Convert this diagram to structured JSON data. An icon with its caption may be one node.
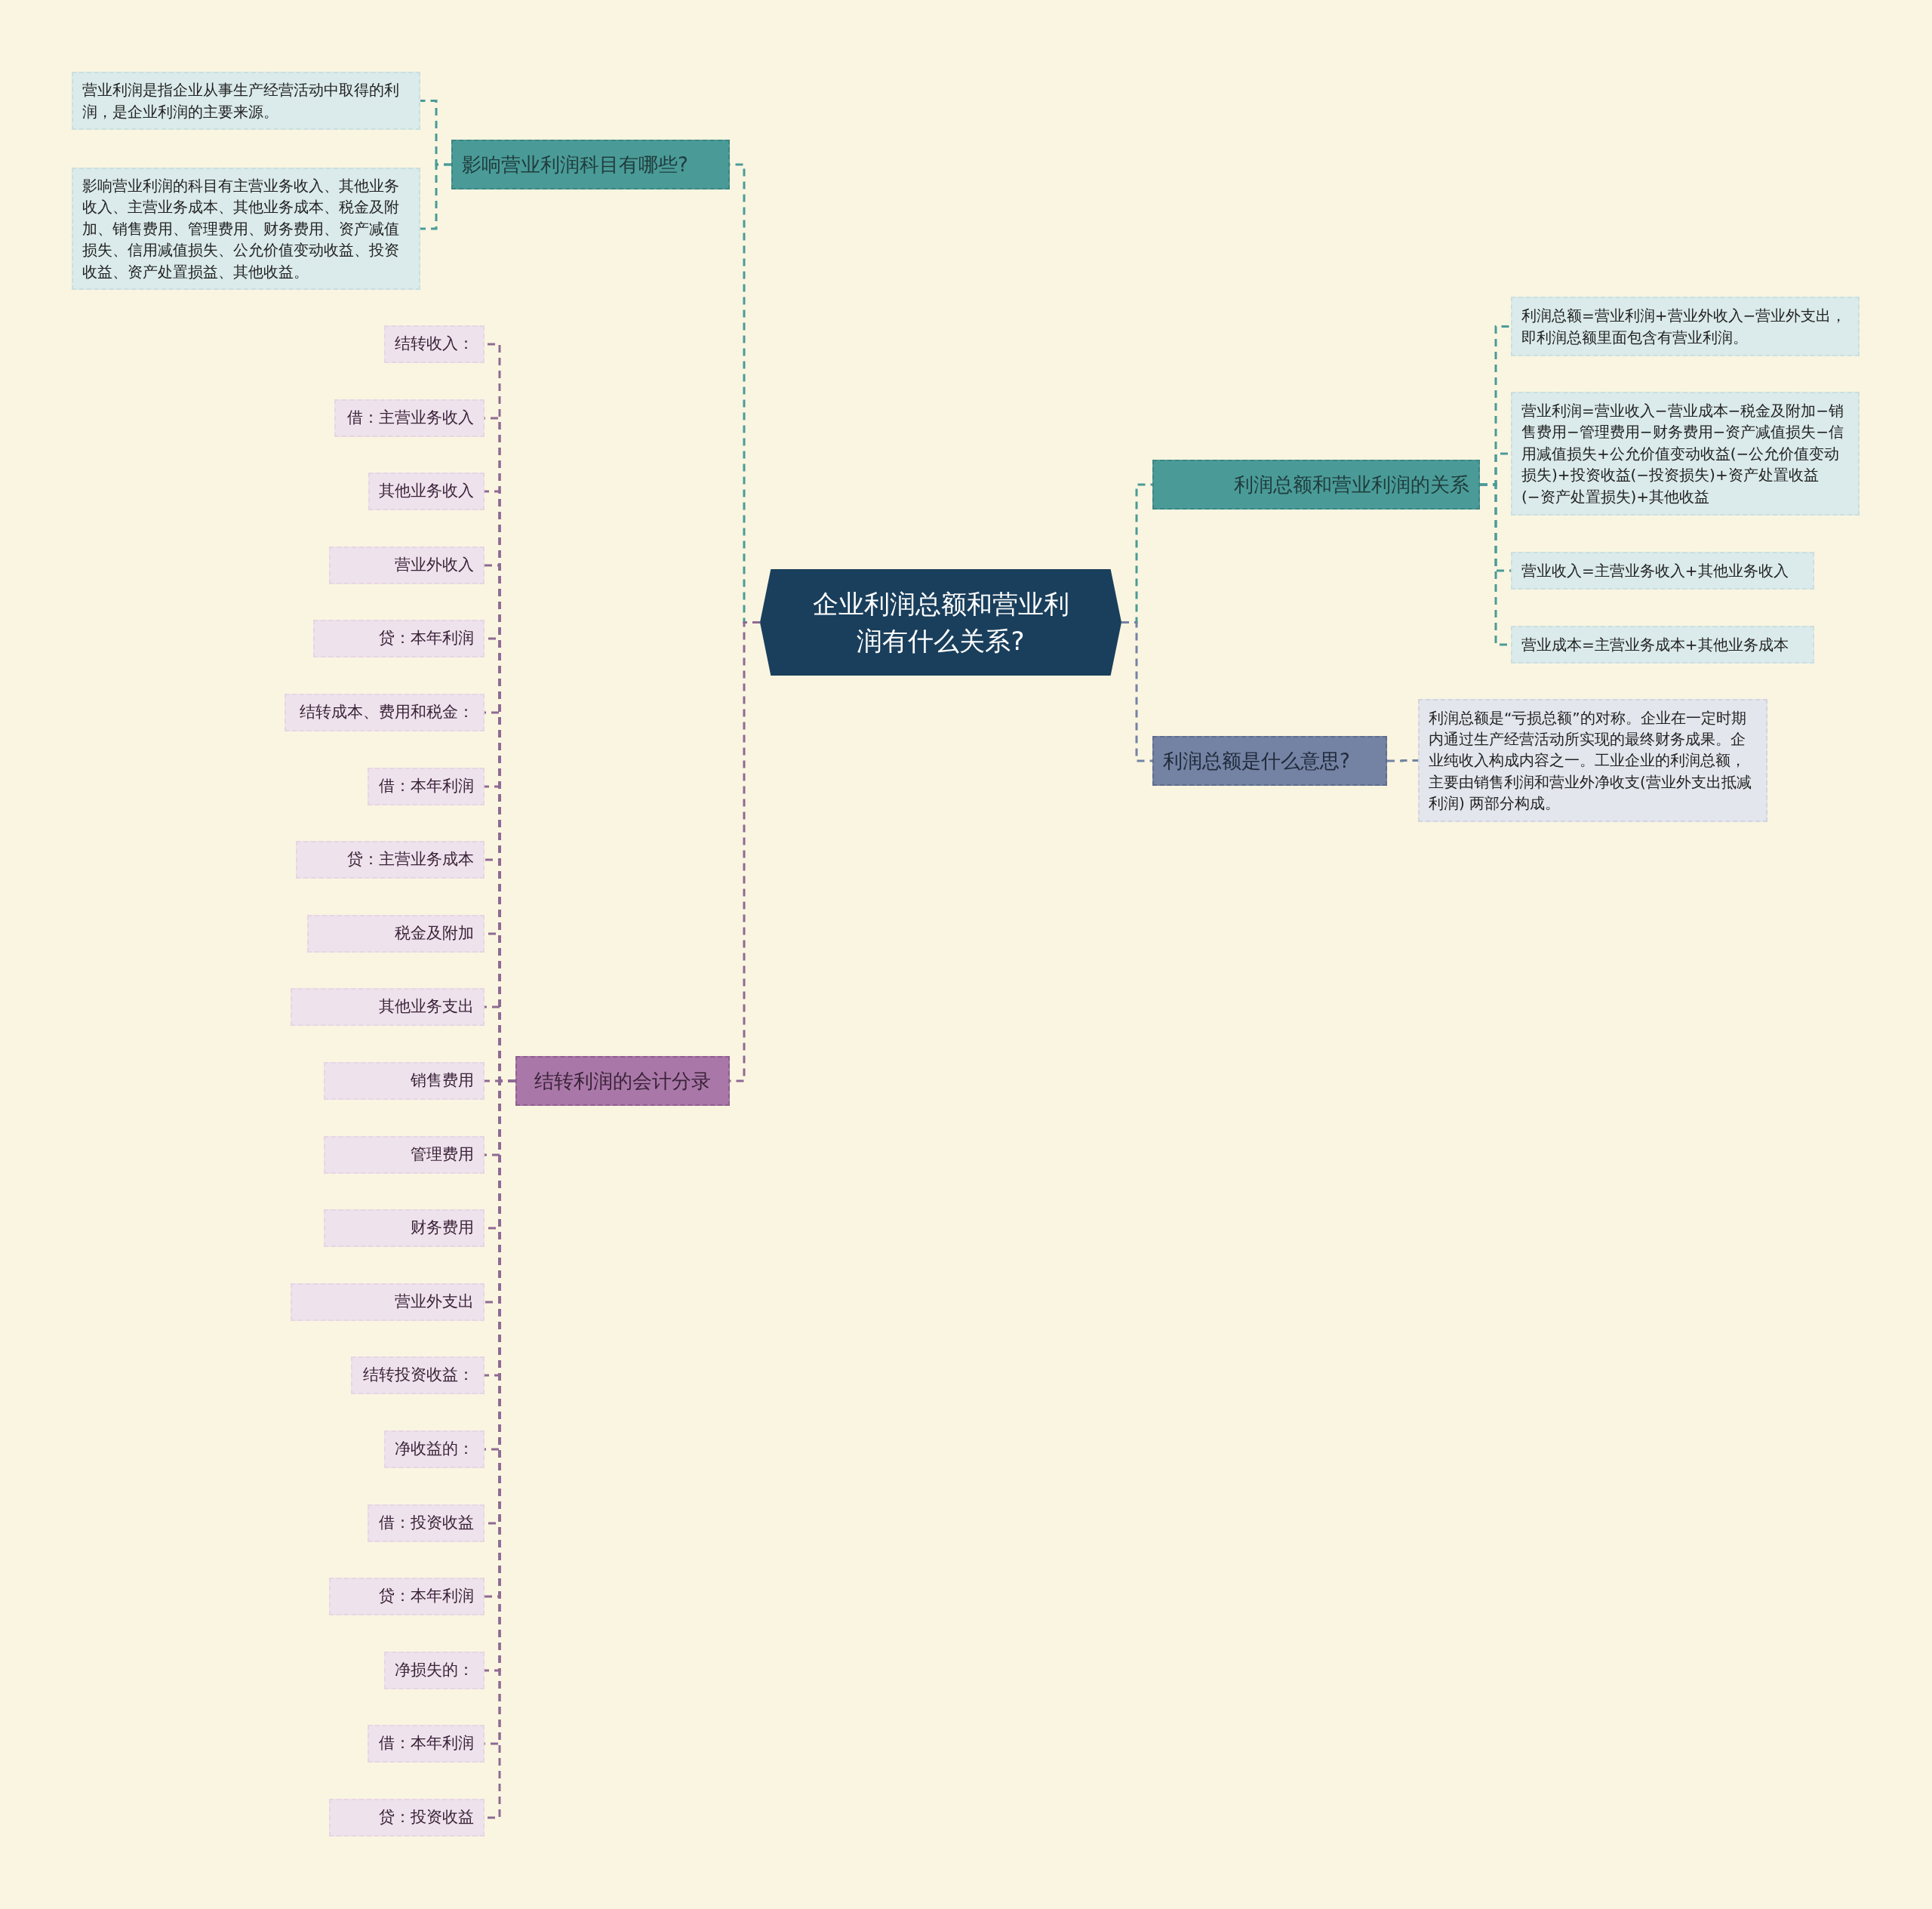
{
  "diagram": {
    "nodes": [
      {
        "text": [
          "企业利润总额和营业利润有什么关系?"
        ]
      },
      {
        "text": [
          "影响营业利润科目有哪些?"
        ]
      },
      {
        "text": [
          "营业利润是指企业从事生产经营活动中取得的利润，是企业利润的主要来源。"
        ]
      },
      {
        "text": [
          "影响营业利润的科目有主营业务收入、其他业务收入、主营业务成本、其他业务成本、税金及附加、销售费用、管理费用、财务费用、资产减值损失、信用减值损失、公允价值变动收益、投资收益、资产处置损益、其他收益。"
        ]
      },
      {
        "text": [
          "结转利润的会计分录"
        ]
      },
      {
        "text": [
          "结转收入："
        ]
      },
      {
        "text": [
          "借：主营业务收入"
        ]
      },
      {
        "text": [
          "其他业务收入"
        ]
      },
      {
        "text": [
          "营业外收入"
        ]
      },
      {
        "text": [
          "贷：本年利润"
        ]
      },
      {
        "text": [
          "结转成本、费用和税金："
        ]
      },
      {
        "text": [
          "借：本年利润"
        ]
      },
      {
        "text": [
          "贷：主营业务成本"
        ]
      },
      {
        "text": [
          "税金及附加"
        ]
      },
      {
        "text": [
          "其他业务支出"
        ]
      },
      {
        "text": [
          "销售费用"
        ]
      },
      {
        "text": [
          "管理费用"
        ]
      },
      {
        "text": [
          "财务费用"
        ]
      },
      {
        "text": [
          "营业外支出"
        ]
      },
      {
        "text": [
          "结转投资收益："
        ]
      },
      {
        "text": [
          "净收益的："
        ]
      },
      {
        "text": [
          "借：投资收益"
        ]
      },
      {
        "text": [
          "贷：本年利润"
        ]
      },
      {
        "text": [
          "净损失的："
        ]
      },
      {
        "text": [
          "借：本年利润"
        ]
      },
      {
        "text": [
          "贷：投资收益"
        ]
      },
      {
        "text": [
          "利润总额和营业利润的关系"
        ]
      },
      {
        "text": [
          "利润总额=营业利润+营业外收入−营业外支出，即利润总额里面包含有营业利润。"
        ]
      },
      {
        "text": [
          "营业利润=营业收入−营业成本−税金及附加−销售费用−管理费用−财务费用−资产减值损失−信用减值损失+公允价值变动收益(−公允价值变动损失)+投资收益(−投资损失)+资产处置收益(−资产处置损失)+其他收益"
        ]
      },
      {
        "text": [
          "营业收入=主营业务收入+其他业务收入"
        ]
      },
      {
        "text": [
          "营业成本=主营业务成本+其他业务成本"
        ]
      },
      {
        "text": [
          "利润总额是什么意思?"
        ]
      },
      {
        "text": [
          "利润总额是“亏损总额”的对称。企业在一定时期内通过生产经营活动所实现的最终财务成果。企业纯收入构成内容之一。工业企业的利润总额，主要由销售利润和营业外净收支(营业外支出抵减利润) 两部分构成。"
        ]
      }
    ],
    "edges": [
      {
        "from": 0,
        "to": 1,
        "arrow": "none",
        "style": "dashed",
        "color": "#4a9b98"
      },
      {
        "from": 1,
        "to": 2,
        "arrow": "none",
        "style": "dashed",
        "color": "#4a9b98"
      },
      {
        "from": 1,
        "to": 3,
        "arrow": "none",
        "style": "dashed",
        "color": "#4a9b98"
      },
      {
        "from": 0,
        "to": 4,
        "arrow": "none",
        "style": "dashed"
      },
      {
        "from": 4,
        "to": 5,
        "arrow": "none",
        "style": "dashed"
      },
      {
        "from": 4,
        "to": 6,
        "arrow": "none",
        "style": "dashed"
      },
      {
        "from": 4,
        "to": 7,
        "arrow": "none",
        "style": "dashed"
      },
      {
        "from": 4,
        "to": 8,
        "arrow": "none",
        "style": "dashed"
      },
      {
        "from": 4,
        "to": 9,
        "arrow": "none",
        "style": "dashed"
      },
      {
        "from": 4,
        "to": 10,
        "arrow": "none",
        "style": "dashed"
      },
      {
        "from": 4,
        "to": 11,
        "arrow": "none",
        "style": "dashed"
      },
      {
        "from": 4,
        "to": 12,
        "arrow": "none",
        "style": "dashed"
      },
      {
        "from": 4,
        "to": 13,
        "arrow": "none",
        "style": "dashed"
      },
      {
        "from": 4,
        "to": 14,
        "arrow": "none",
        "style": "dashed"
      },
      {
        "from": 4,
        "to": 15,
        "arrow": "none",
        "style": "dashed"
      },
      {
        "from": 4,
        "to": 16,
        "arrow": "none",
        "style": "dashed"
      },
      {
        "from": 4,
        "to": 17,
        "arrow": "none",
        "style": "dashed"
      },
      {
        "from": 4,
        "to": 18,
        "arrow": "none",
        "style": "dashed"
      },
      {
        "from": 4,
        "to": 19,
        "arrow": "none",
        "style": "dashed"
      },
      {
        "from": 4,
        "to": 20,
        "arrow": "none",
        "style": "dashed"
      },
      {
        "from": 4,
        "to": 21,
        "arrow": "none",
        "style": "dashed"
      },
      {
        "from": 4,
        "to": 22,
        "arrow": "none",
        "style": "dashed"
      },
      {
        "from": 4,
        "to": 23,
        "arrow": "none",
        "style": "dashed"
      },
      {
        "from": 4,
        "to": 24,
        "arrow": "none",
        "style": "dashed"
      },
      {
        "from": 4,
        "to": 25,
        "arrow": "none",
        "style": "dashed"
      },
      {
        "from": 0,
        "to": 26,
        "arrow": "none",
        "style": "dashed",
        "color": "#4a9b98"
      },
      {
        "from": 26,
        "to": 27,
        "arrow": "none",
        "style": "dashed",
        "color": "#4a9b98"
      },
      {
        "from": 26,
        "to": 28,
        "arrow": "none",
        "style": "dashed",
        "color": "#4a9b98"
      },
      {
        "from": 26,
        "to": 29,
        "arrow": "none",
        "style": "dashed",
        "color": "#4a9b98"
      },
      {
        "from": 26,
        "to": 30,
        "arrow": "none",
        "style": "dashed",
        "color": "#4a9b98"
      },
      {
        "from": 0,
        "to": 31,
        "arrow": "none",
        "style": "dashed",
        "color": "#7483a3"
      },
      {
        "from": 31,
        "to": 32,
        "arrow": "none",
        "style": "dashed",
        "color": "#7483a3"
      }
    ]
  }
}
